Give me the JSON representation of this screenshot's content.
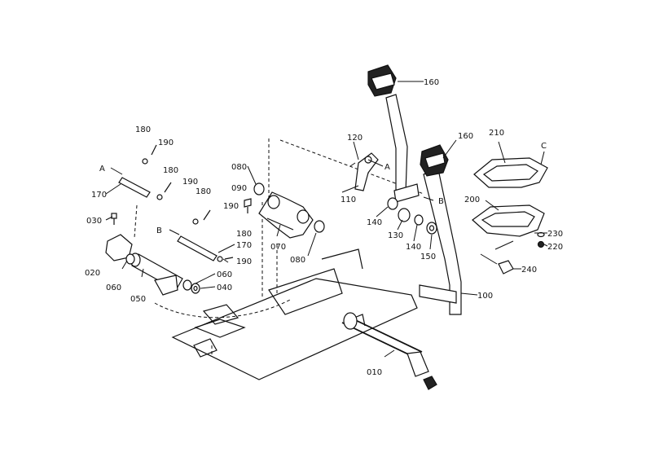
{
  "callouts": {
    "p010": "010",
    "p020": "020",
    "p030": "030",
    "p040": "040",
    "p050": "050",
    "p060a": "060",
    "p060b": "060",
    "p070": "070",
    "p080a": "080",
    "p080b": "080",
    "p090": "090",
    "p100": "100",
    "p110": "110",
    "p120": "120",
    "p130": "130",
    "p140a": "140",
    "p140b": "140",
    "p150": "150",
    "p160a": "160",
    "p160b": "160",
    "p170a": "170",
    "p170b": "170",
    "p180a": "180",
    "p180b": "180",
    "p180c": "180",
    "p180d": "180",
    "p190a": "190",
    "p190b": "190",
    "p190c": "190",
    "p190d": "190",
    "p200": "200",
    "p210": "210",
    "p220": "220",
    "p230": "230",
    "p240": "240"
  },
  "refs": {
    "A1": "A",
    "A2": "A",
    "B1": "B",
    "B2": "B",
    "C1": "C"
  }
}
